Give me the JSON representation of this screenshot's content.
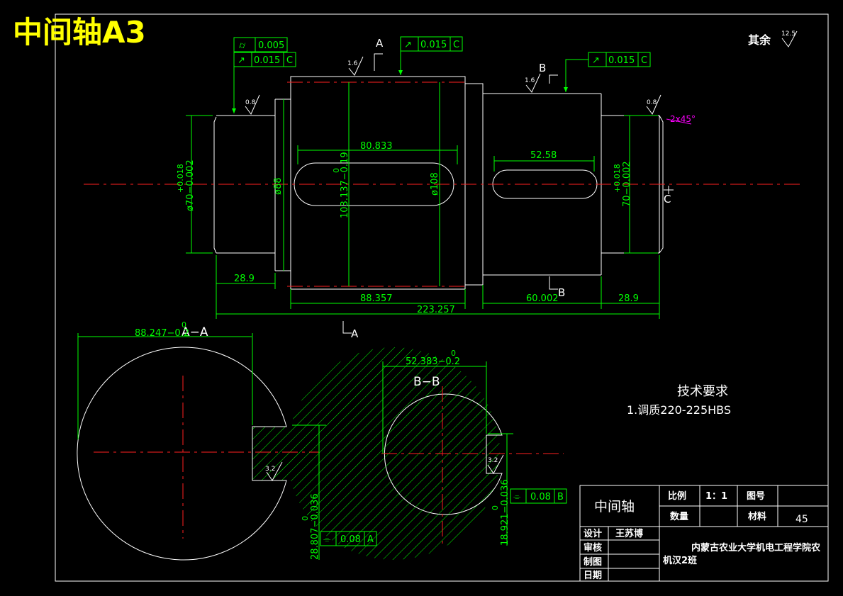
{
  "title": "中间轴A3",
  "surface_finish_note": {
    "label": "其余",
    "value": "12.5"
  },
  "tolerance_frames": [
    {
      "id": "cyl",
      "symbol": "⌭",
      "value": "0.005",
      "datum": ""
    },
    {
      "id": "runout1",
      "symbol": "↗",
      "value": "0.015",
      "datum": "C"
    },
    {
      "id": "runout2",
      "symbol": "↗",
      "value": "0.015",
      "datum": "C"
    },
    {
      "id": "runout3",
      "symbol": "↗",
      "value": "0.015",
      "datum": "C"
    },
    {
      "id": "sym_a",
      "symbol": "⌯",
      "value": "0.08",
      "datum": "A"
    },
    {
      "id": "sym_b",
      "symbol": "⌯",
      "value": "0.08",
      "datum": "B"
    }
  ],
  "roughness": {
    "r1": "1.6",
    "r2": "1.6",
    "r3": "0.8",
    "r4": "0.8",
    "r5": "3.2",
    "r6": "3.2"
  },
  "section_markers": {
    "a": "A",
    "b": "B",
    "c": "C"
  },
  "chamfer": "2x45°",
  "dimensions": {
    "len_80": "80.833",
    "len_52": "52.58",
    "len_28_left": "28.9",
    "len_88": "88.357",
    "len_60": "60.002",
    "len_28_right": "28.9",
    "len_total": "223.257",
    "dia_70_left": "ø70−0.002",
    "dia_70_left_tol": "+0.018",
    "dia_88": "ø88",
    "dia_103": "103.137−0.19",
    "dia_103_tol": "0",
    "dia_108": "ø108",
    "dia_70_right": "70−0.002",
    "dia_70_right_tol": "+0.018",
    "sec_a_width": "88.247−0.2",
    "sec_a_width_tol": "0",
    "sec_a_depth": "28.807−0.036",
    "sec_a_depth_tol": "0",
    "sec_b_width": "52.383−0.2",
    "sec_b_width_tol": "0",
    "sec_b_depth": "18.921−0.036",
    "sec_b_depth_tol": "0"
  },
  "section_titles": {
    "a": "A−A",
    "b": "B−B"
  },
  "tech_requirements": {
    "heading": "技术要求",
    "item1": "1.调质220-225HBS"
  },
  "title_block": {
    "part_name": "中间轴",
    "scale_label": "比例",
    "scale_value": "1：1",
    "drawing_no_label": "图号",
    "quantity_label": "数量",
    "material_label": "材料",
    "material_value": "45",
    "design_label": "设计",
    "designer": "王苏博",
    "review_label": "审核",
    "drafting_label": "制图",
    "date_label": "日期",
    "school": "内蒙古农业大学机电工程学院农",
    "class": "机汉2班"
  }
}
